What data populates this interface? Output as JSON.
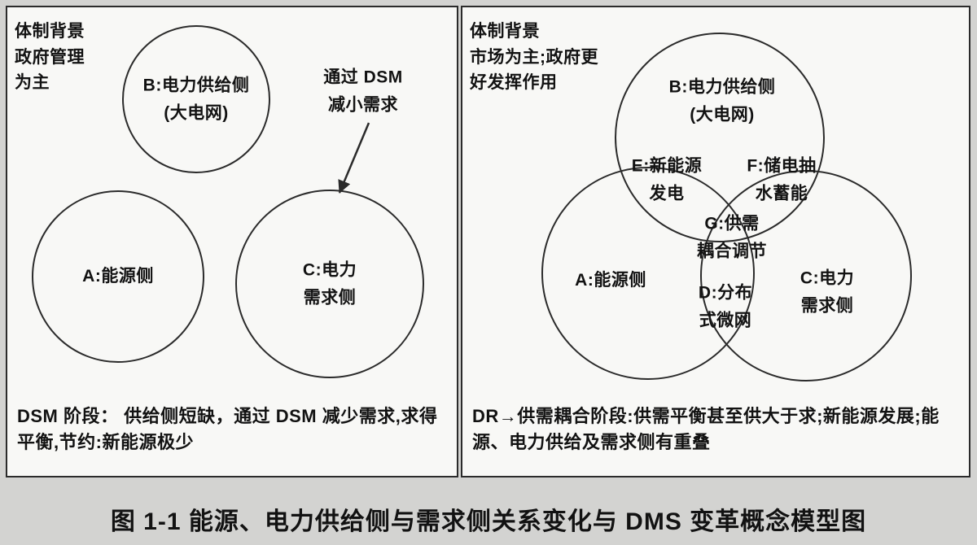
{
  "colors": {
    "page_bg": "#d3d3d1",
    "panel_bg": "#f8f8f6",
    "line": "#2b2b2b",
    "text": "#121212"
  },
  "caption": "图 1-1  能源、电力供给侧与需求侧关系变化与 DMS 变革概念模型图",
  "left_panel": {
    "context_note": "体制背景\n政府管理\n为主",
    "dsm_annotation": "通过 DSM\n减小需求",
    "circle_b_label": "B:电力供给侧\n(大电网)",
    "circle_a_label": "A:能源侧",
    "circle_c_label": "C:电力\n需求侧",
    "stage_description": "DSM 阶段： 供给侧短缺，通过 DSM 减少需求,求得平衡,节约:新能源极少"
  },
  "right_panel": {
    "context_note": "体制背景\n市场为主;政府更\n好发挥作用",
    "circle_b_label": "B:电力供给侧\n(大电网)",
    "region_e_label": "E:新能源\n发电",
    "region_f_label": "F:储电抽\n水蓄能",
    "region_g_label": "G:供需\n耦合调节",
    "circle_a_label": "A:能源侧",
    "region_d_label": "D:分布\n式微网",
    "circle_c_label": "C:电力\n需求侧",
    "stage_description": "DR→供需耦合阶段:供需平衡甚至供大于求;新能源发展;能源、电力供给及需求侧有重叠"
  }
}
